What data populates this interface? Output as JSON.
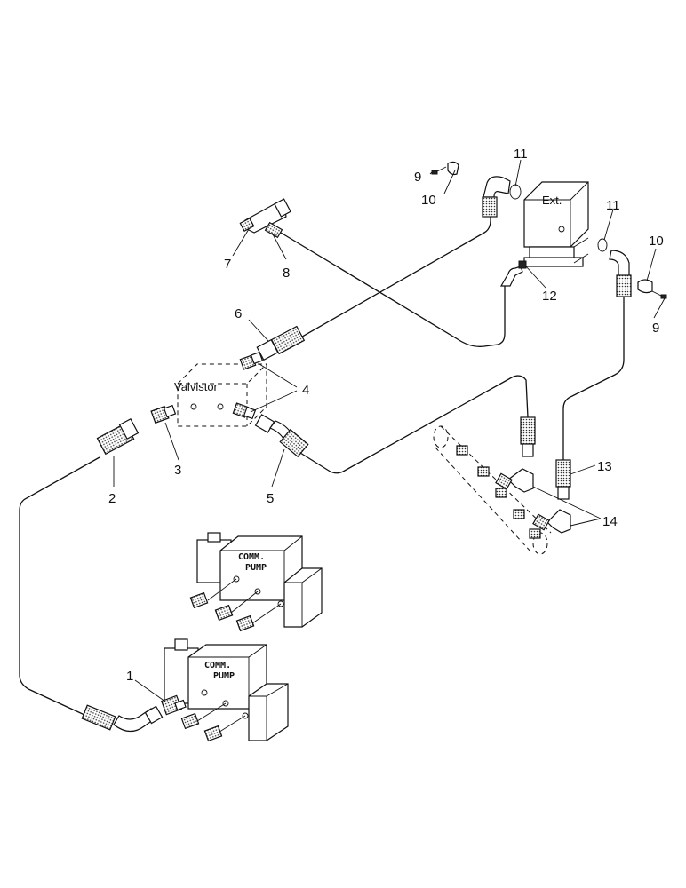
{
  "diagram": {
    "blocks": {
      "valvistor": "Valvistor",
      "ext": "Ext.",
      "pump_upper": [
        "COMM.",
        "PUMP"
      ],
      "pump_lower": [
        "COMM.",
        "PUMP"
      ]
    },
    "callouts": [
      "1",
      "2",
      "3",
      "4",
      "5",
      "6",
      "7",
      "8",
      "9",
      "10",
      "11",
      "11",
      "12",
      "13",
      "14",
      "10",
      "9"
    ]
  }
}
